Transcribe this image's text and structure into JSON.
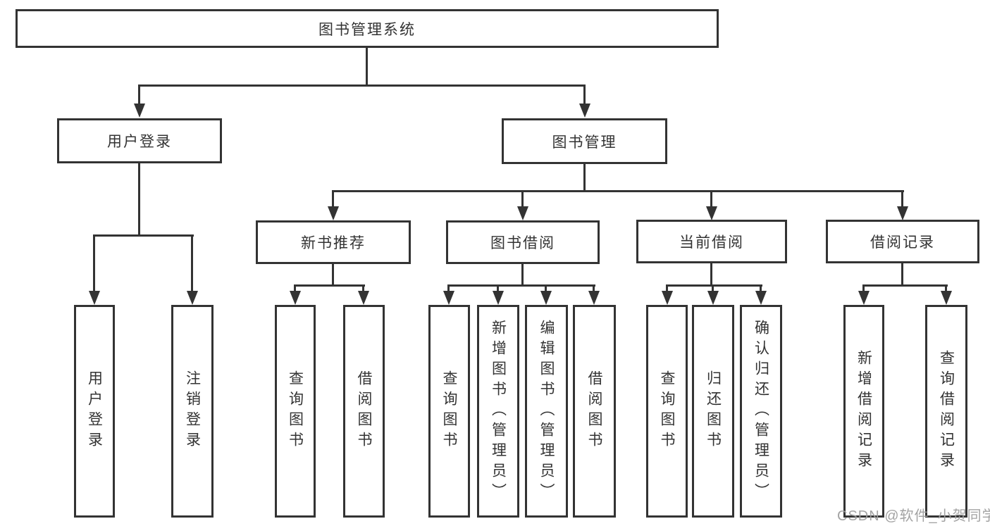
{
  "diagram": {
    "title": "图书管理系统",
    "nodes": {
      "root": "图书管理系统",
      "user_login": "用户登录",
      "book_mgmt": "图书管理",
      "new_book": "新书推荐",
      "book_borrow": "图书借阅",
      "current_borrow": "当前借阅",
      "borrow_record": "借阅记录"
    },
    "leaves": {
      "user_login": [
        "用户登录",
        "注销登录"
      ],
      "new_book": [
        "查询图书",
        "借阅图书"
      ],
      "book_borrow": [
        "查询图书",
        "新增图书（管理员）",
        "编辑图书（管理员）",
        "借阅图书"
      ],
      "current_borrow": [
        "查询图书",
        "归还图书",
        "确认归还（管理员）"
      ],
      "borrow_record": [
        "新增借阅记录",
        "查询借阅记录"
      ]
    },
    "colors": {
      "line": "#333333",
      "text": "#333333",
      "box_background": "#ffffff",
      "watermark": "#9e9e9e"
    }
  },
  "watermark": "CSDN @软件_小贺同学"
}
